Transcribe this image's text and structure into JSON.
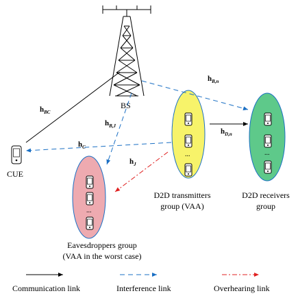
{
  "nodes": {
    "bs": "BS",
    "cue": "CUE",
    "d2d_tx": [
      "D2D transmitters",
      "group (VAA)"
    ],
    "d2d_rx": [
      "D2D receivers",
      "group"
    ],
    "eve": [
      "Eavesdroppers group",
      "(VAA in the worst case)"
    ]
  },
  "channels": {
    "h_BC": {
      "base": "h",
      "sub": "BC"
    },
    "h_Bn": {
      "base": "h",
      "sub": "B,n"
    },
    "h_BJ": {
      "base": "h",
      "sub": "B,J"
    },
    "h_C": {
      "base": "h",
      "sub": "C"
    },
    "h_Dn": {
      "base": "h",
      "sub": "D,n"
    },
    "h_J": {
      "base": "h",
      "sub": "J"
    }
  },
  "legend": [
    {
      "label": "Communication link",
      "style": "solid",
      "color": "#000000"
    },
    {
      "label": "Interference link",
      "style": "dashed",
      "color": "#1a6fc4"
    },
    {
      "label": "Overhearing link",
      "style": "dashdot",
      "color": "#e02020"
    }
  ],
  "colors": {
    "tx_group": "#f7f36a",
    "rx_group": "#5ec98a",
    "eve_group": "#eeaab0",
    "interference": "#1a6fc4",
    "overhearing": "#e02020"
  },
  "device_icon_name": "phone-icon",
  "tower_icon_name": "bs-tower-icon"
}
